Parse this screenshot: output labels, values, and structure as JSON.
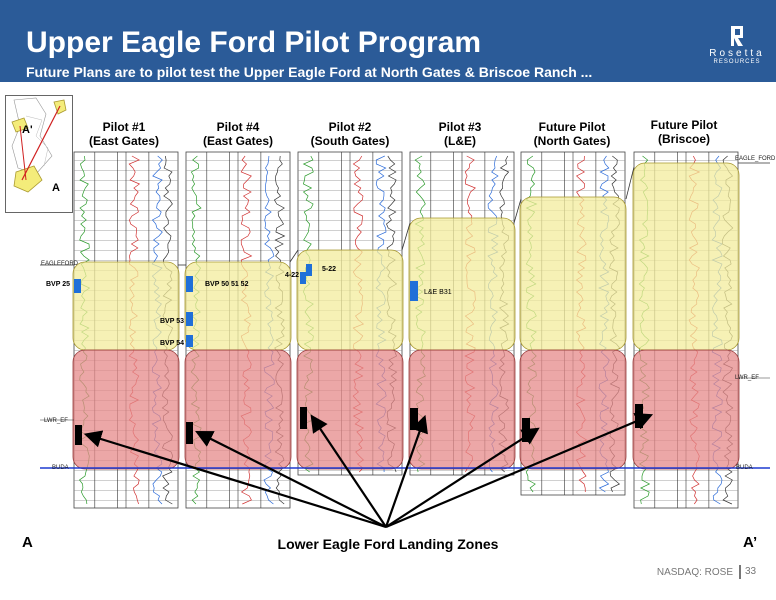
{
  "header": {
    "title": "Upper Eagle Ford Pilot Program",
    "subtitle": "Future Plans are to pilot test the Upper Eagle Ford at North Gates & Briscoe Ranch ...",
    "logo_name": "Rosetta",
    "logo_sub": "RESOURCES"
  },
  "colors": {
    "header_bg": "#2b5b98",
    "upper_zone": "#f3ec9c",
    "lower_zone": "#e58a8a",
    "buda_line": "#1f3bd1",
    "marker_blue": "#1f6fd8",
    "marker_black": "#000000"
  },
  "inset": {
    "label_top": "A'",
    "label_bottom": "A"
  },
  "pilots": [
    {
      "title": "Pilot #1",
      "subtitle": "(East Gates)"
    },
    {
      "title": "Pilot #4",
      "subtitle": "(East Gates)"
    },
    {
      "title": "Pilot #2",
      "subtitle": "(South Gates)"
    },
    {
      "title": "Pilot #3",
      "subtitle": "(L&E)"
    },
    {
      "title": "Future Pilot",
      "subtitle": "(North Gates)"
    },
    {
      "title": "Future Pilot",
      "subtitle": "(Briscoe)"
    }
  ],
  "markers": {
    "left_eagleford": "EAGLEFORD",
    "left_lwr": "LWR_EF",
    "left_buda": "BUDA",
    "right_eagleford": "EAGLE_FORD",
    "right_lwr": "LWR_EF",
    "right_buda": "BUDA"
  },
  "well_labels": {
    "bvp25": "BVP 25",
    "bvp505152": "BVP 50 51 52",
    "bvp53": "BVP 53",
    "bvp54": "BVP 54",
    "w422": "4-22",
    "w522": "5-22",
    "le_b31": "L&E B31"
  },
  "section": {
    "left": "A",
    "right": "A’"
  },
  "landing_label": "Lower Eagle Ford Landing Zones",
  "footer": {
    "ticker": "NASDAQ: ROSE",
    "page": "33"
  }
}
